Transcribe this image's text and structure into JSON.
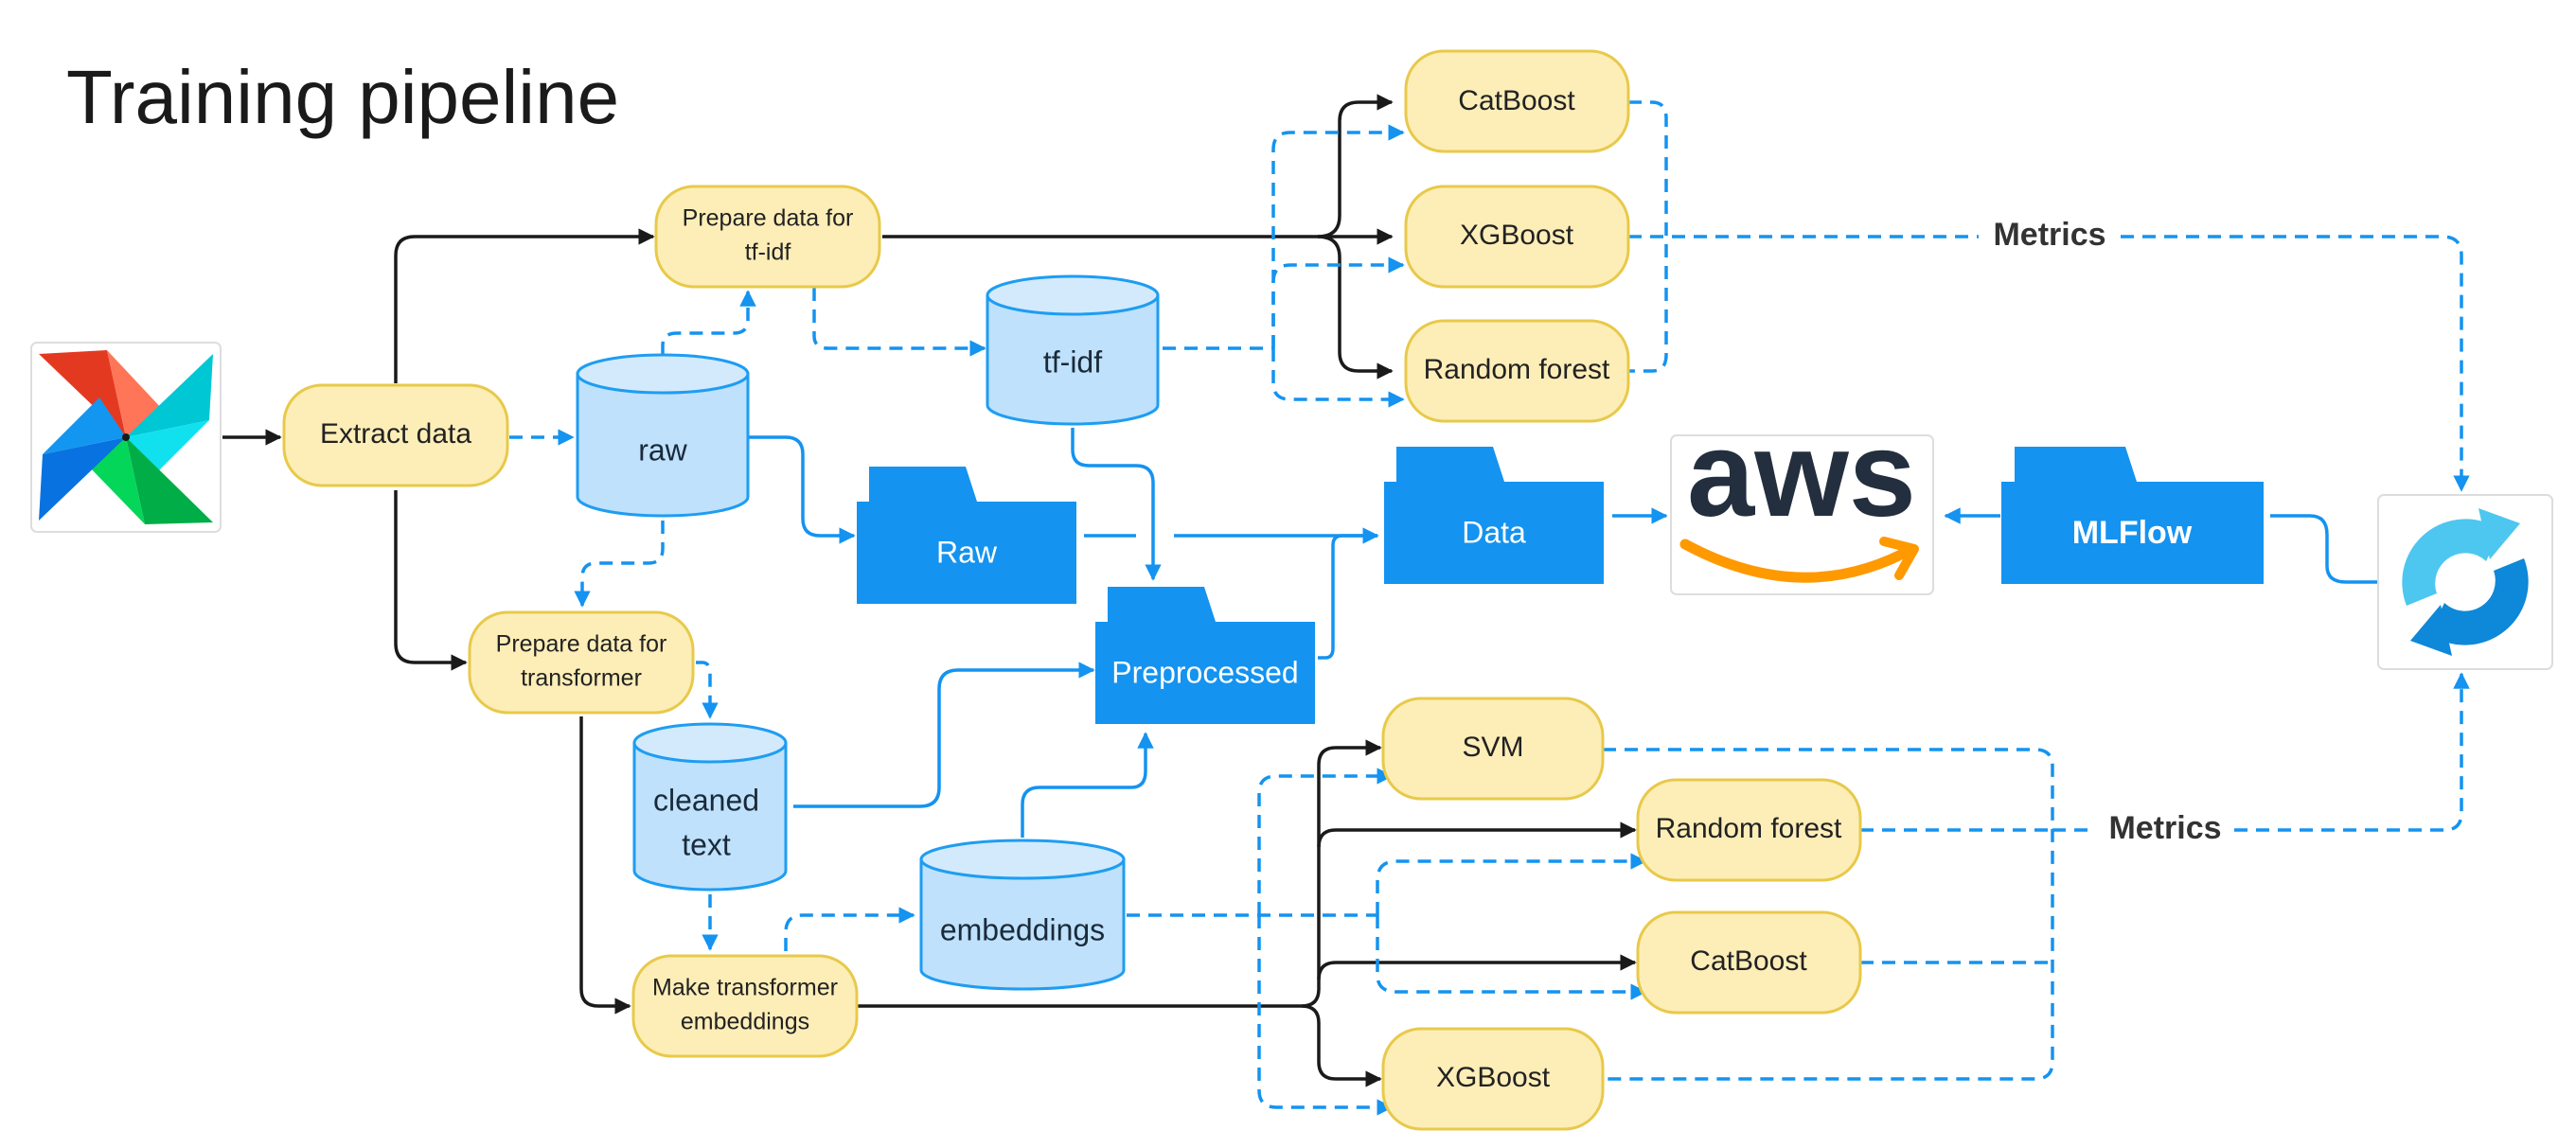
{
  "title": "Training pipeline",
  "nodes": {
    "extract": "Extract data",
    "prep_tfidf_1": "Prepare data for",
    "prep_tfidf_2": "tf-idf",
    "prep_trans_1": "Prepare data for",
    "prep_trans_2": "transformer",
    "make_emb_1": "Make transformer",
    "make_emb_2": "embeddings",
    "catboost_top": "CatBoost",
    "xgboost_top": "XGBoost",
    "rf_top": "Random forest",
    "svm": "SVM",
    "rf_bottom": "Random forest",
    "catboost_bottom": "CatBoost",
    "xgboost_bottom": "XGBoost"
  },
  "datastores": {
    "raw": "raw",
    "tfidf": "tf-idf",
    "cleaned_1": "cleaned",
    "cleaned_2": "text",
    "embeddings": "embeddings"
  },
  "folders": {
    "raw": "Raw",
    "preprocessed": "Preprocessed",
    "data": "Data",
    "mlflow": "MLFlow"
  },
  "labels": {
    "metrics_top": "Metrics",
    "metrics_bottom": "Metrics",
    "aws": "aws"
  },
  "colors": {
    "node_fill": "#fdeeb8",
    "node_stroke": "#e8c94a",
    "cylinder_fill": "#bfe1fb",
    "cylinder_stroke": "#1e9df2",
    "folder": "#1493f0",
    "arrow_dark": "#1a1a1a",
    "arrow_blue": "#1493f0",
    "aws_text": "#232f3e",
    "aws_smile": "#ff9900"
  },
  "icons": {
    "airflow": "pinwheel-icon",
    "aws": "aws-logo",
    "mlflow_sync": "sync-icon"
  }
}
